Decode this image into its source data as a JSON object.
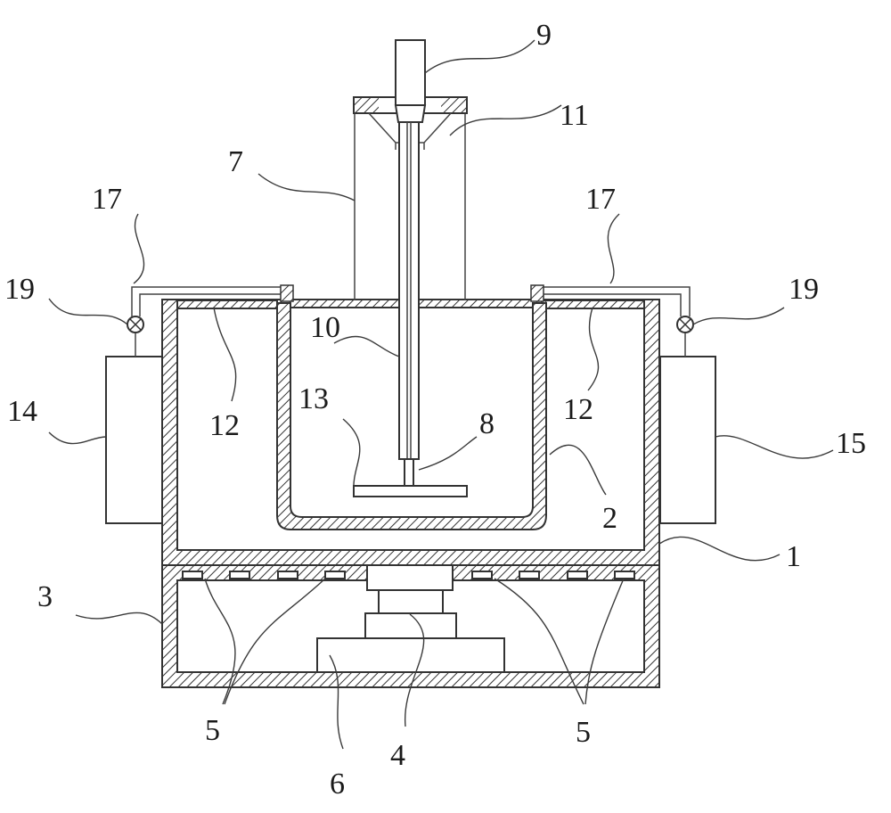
{
  "figure": {
    "labels": {
      "l1": "1",
      "l2": "2",
      "l3": "3",
      "l4": "4",
      "l5a": "5",
      "l5b": "5",
      "l6": "6",
      "l7": "7",
      "l8": "8",
      "l9": "9",
      "l10": "10",
      "l11": "11",
      "l12a": "12",
      "l12b": "12",
      "l13": "13",
      "l14": "14",
      "l15": "15",
      "l17a": "17",
      "l17b": "17",
      "l19a": "19",
      "l19b": "19"
    }
  },
  "colors": {
    "line": "#333333",
    "background": "#ffffff"
  }
}
